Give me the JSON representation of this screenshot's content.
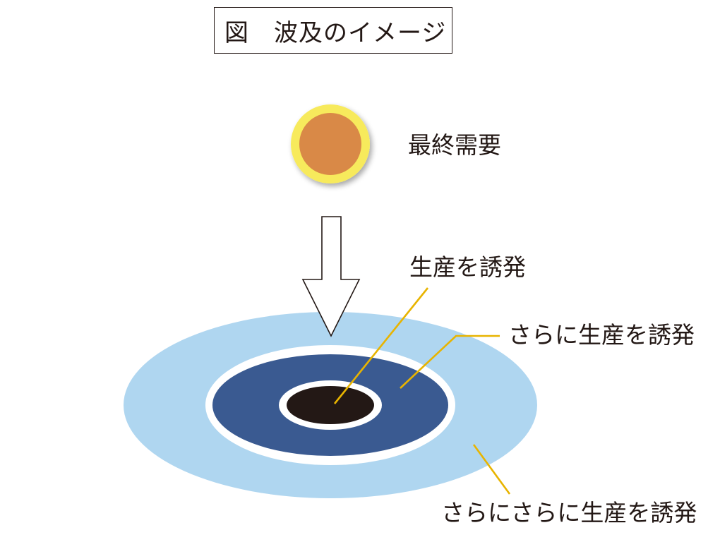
{
  "figure": {
    "title": "図　波及のイメージ"
  },
  "labels": {
    "final_demand": "最終需要",
    "induce_production": "生産を誘発",
    "further_induce": "さらに生産を誘発",
    "further_further_induce": "さらにさらに生産を誘発"
  },
  "colors": {
    "sun_outer": "#f7ea5c",
    "sun_inner": "#d98947",
    "outer_ring": "#afd6f0",
    "middle_ring": "#3a5a91",
    "core": "#231815",
    "ring_gap": "#ffffff",
    "leader_lines": "#e8b400",
    "arrow_stroke": "#231815",
    "arrow_fill": "#ffffff"
  }
}
